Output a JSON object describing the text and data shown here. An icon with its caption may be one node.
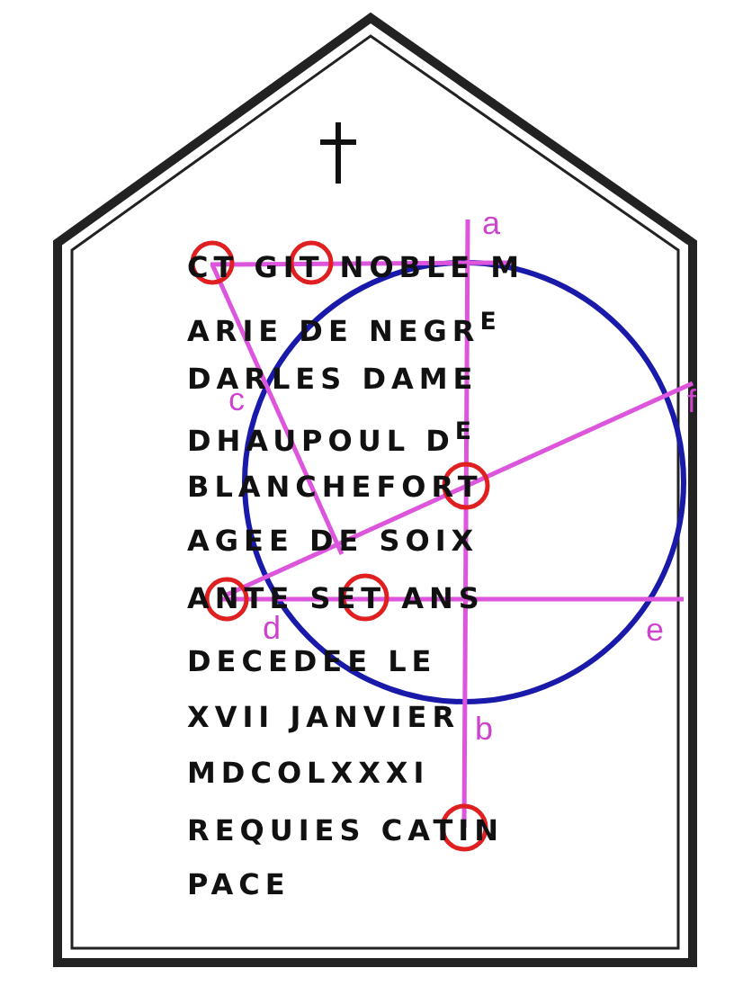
{
  "diagram": {
    "labels": [
      "CT GIT NOBLE M",
      "ARIE DE NEGR$^{E}$",
      "DARLES DAME",
      "DHAUPOUL D$^{E}$",
      "BLANCHEFORT",
      "AGEE DE SOIX",
      "ANTE SET ANS",
      "DECEDEE LE",
      "XVII JANVIER",
      "MDCOLXXXI",
      "REQUIES CATIN",
      "PACE",
      "a",
      "c",
      "f",
      "d",
      "e",
      "b"
    ]
  }
}
